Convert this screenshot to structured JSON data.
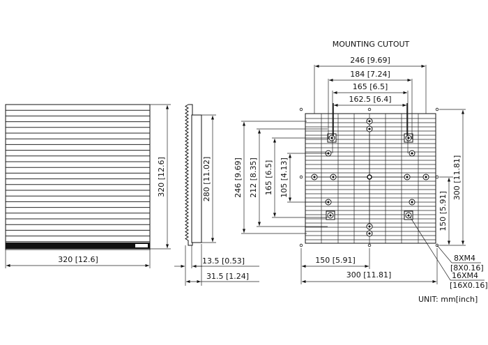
{
  "title": "MOUNTING CUTOUT",
  "unit_note": "UNIT: mm[inch]",
  "front_view": {
    "width_label": "320 [12.6]",
    "height_label": "320 [12.6]"
  },
  "side_view": {
    "inner_height_label": "280 [11.02]",
    "depth_a_label": "13.5 [0.53]",
    "depth_b_label": "31.5 [1.24]"
  },
  "cutout": {
    "top_dims": [
      "246 [9.69]",
      "184 [7.24]",
      "165 [6.5]",
      "162.5 [6.4]"
    ],
    "left_dims": [
      "246 [9.69]",
      "212 [8.35]",
      "165 [6.5]",
      "105 [4.13]"
    ],
    "right_dims": [
      "300 [11.81]",
      "150 [5.91]"
    ],
    "bottom_dims": [
      "150 [5.91]",
      "300 [11.81]"
    ],
    "callouts": [
      {
        "line1": "8XM4",
        "line2": "[8X0.16]"
      },
      {
        "line1": "16XM4",
        "line2": "[16X0.16]"
      }
    ]
  }
}
